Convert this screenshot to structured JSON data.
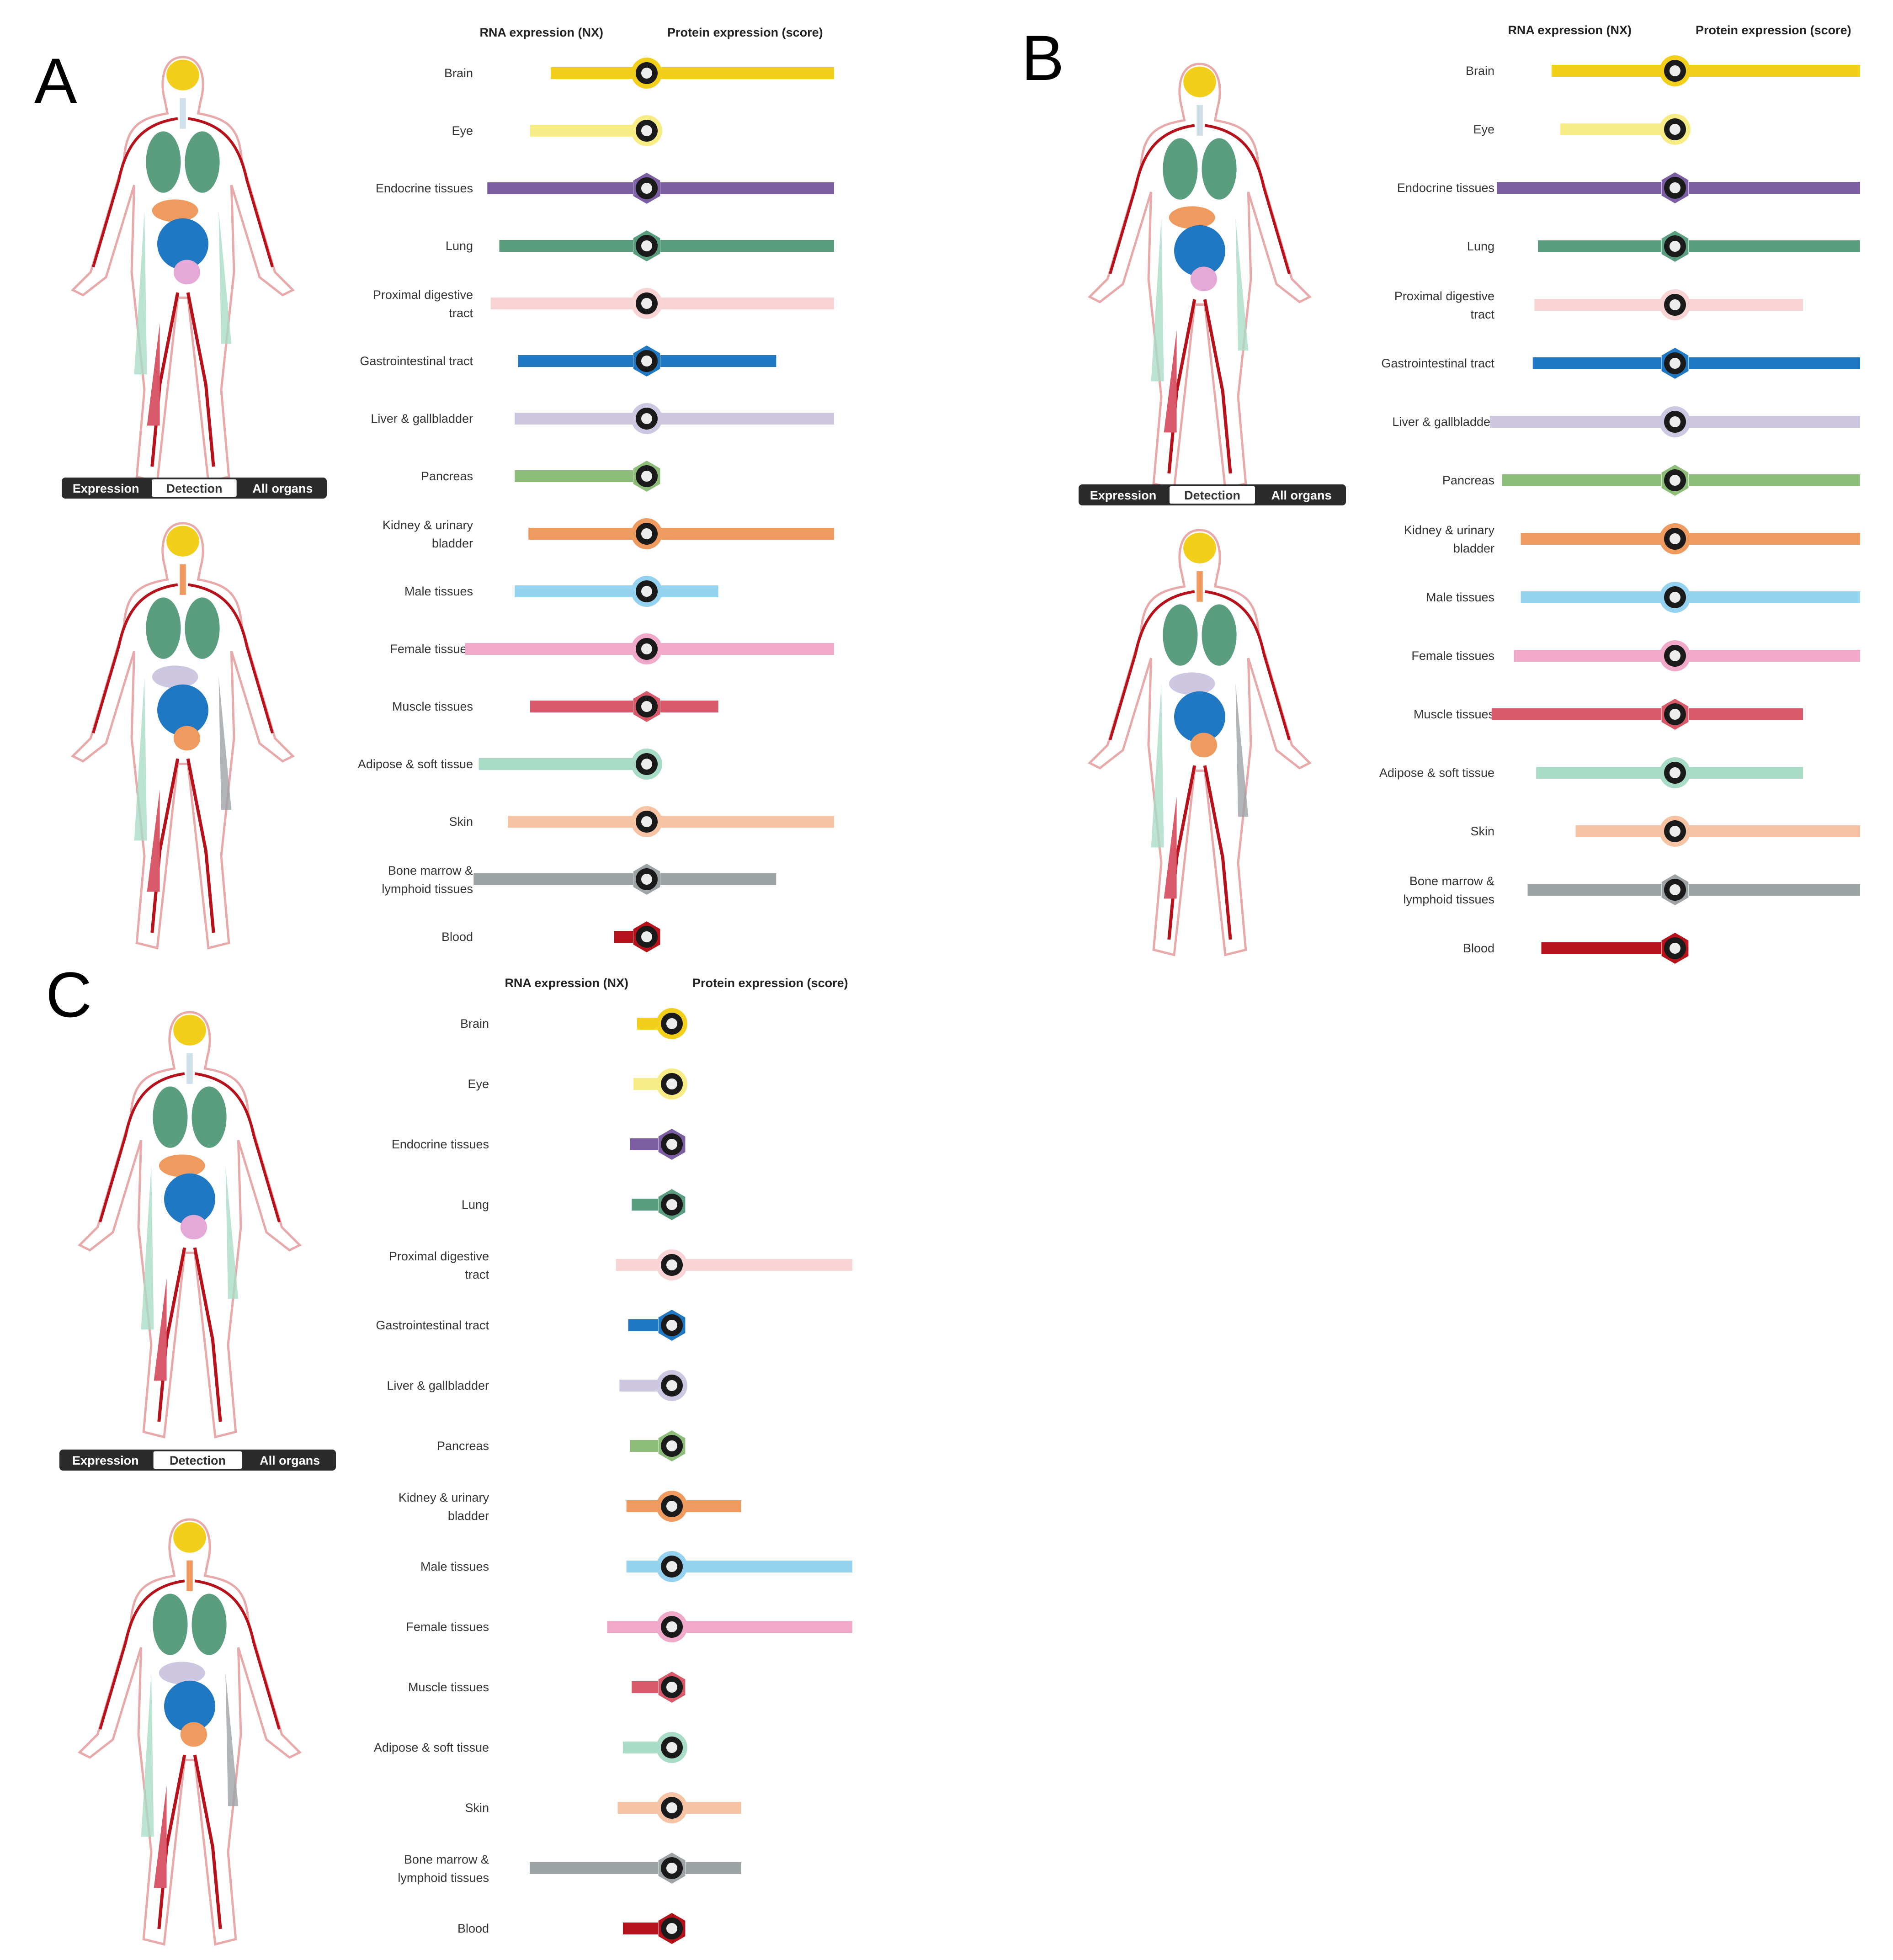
{
  "tissue_icons": [
    "brain-icon",
    "eye-icon",
    "thyroid-icon",
    "lung-icon",
    "tooth-icon",
    "stomach-icon",
    "liver-icon",
    "pancreas-icon",
    "kidney-icon",
    "male-icon",
    "uterus-icon",
    "muscle-icon",
    "fat-cells-icon",
    "skin-icon",
    "bone-marrow-icon",
    "blood-drop-icon"
  ],
  "tissue_colors": [
    "#f2cf1a",
    "#f7ec86",
    "#7b5fa2",
    "#5a9e7f",
    "#f8d4d4",
    "#1f78c1",
    "#cdc7e2",
    "#8dbd78",
    "#ef9a5e",
    "#94d2ef",
    "#f1a9ca",
    "#d85a6a",
    "#a9dcc7",
    "#f6c4a4",
    "#9ea3a6",
    "#b5121b"
  ],
  "toggle": {
    "labels": [
      "Expression",
      "Detection",
      "All organs"
    ],
    "active_index": 1
  },
  "chart_data": [
    {
      "panel": "A",
      "type": "bar",
      "xlabel_left": "RNA expression (NX)",
      "xlabel_right": "Protein expression (score)",
      "categories": [
        "Brain",
        "Eye",
        "Endocrine tissues",
        "Lung",
        "Proximal digestive\ntract",
        "Gastrointestinal tract",
        "Liver & gallbladder",
        "Pancreas",
        "Kidney & urinary\nbladder",
        "Male tissues",
        "Female tissues",
        "Muscle tissues",
        "Adipose & soft tissue",
        "Skin",
        "Bone marrow &\nlymphoid tissues",
        "Blood"
      ],
      "series": [
        {
          "values": [
            0.48,
            0.6,
            0.85,
            0.78,
            0.83,
            0.67,
            0.69,
            0.69,
            0.61,
            0.69,
            0.98,
            0.6,
            0.9,
            0.73,
            0.93,
            0.11
          ]
        },
        {
          "values": [
            3,
            0,
            3,
            3,
            3,
            2,
            3,
            0,
            3,
            1,
            3,
            1,
            0,
            3,
            2,
            0
          ]
        }
      ],
      "xlim_right": [
        0,
        3
      ]
    },
    {
      "panel": "B",
      "type": "bar",
      "xlabel_left": "RNA expression (NX)",
      "xlabel_right": "Protein expression (score)",
      "categories": [
        "Brain",
        "Eye",
        "Endocrine tissues",
        "Lung",
        "Proximal digestive\ntract",
        "Gastrointestinal tract",
        "Liver & gallbladder",
        "Pancreas",
        "Kidney & urinary\nbladder",
        "Male tissues",
        "Female tissues",
        "Muscle tissues",
        "Adipose & soft tissue",
        "Skin",
        "Bone marrow &\nlymphoid tissues",
        "Blood"
      ],
      "series": [
        {
          "values": [
            0.64,
            0.59,
            0.96,
            0.72,
            0.74,
            0.75,
            1.0,
            0.93,
            0.82,
            0.82,
            0.86,
            0.99,
            0.73,
            0.5,
            0.78,
            0.7
          ]
        },
        {
          "values": [
            3,
            0,
            3,
            3,
            2,
            3,
            3,
            3,
            3,
            3,
            3,
            2,
            2,
            3,
            3,
            0
          ]
        }
      ],
      "xlim_right": [
        0,
        3
      ]
    },
    {
      "panel": "C",
      "type": "bar",
      "xlabel_left": "RNA expression (NX)",
      "xlabel_right": "Protein expression (score)",
      "categories": [
        "Brain",
        "Eye",
        "Endocrine tissues",
        "Lung",
        "Proximal digestive\ntract",
        "Gastrointestinal tract",
        "Liver & gallbladder",
        "Pancreas",
        "Kidney & urinary\nbladder",
        "Male tissues",
        "Female tissues",
        "Muscle tissues",
        "Adipose & soft tissue",
        "Skin",
        "Bone marrow &\nlymphoid tissues",
        "Blood"
      ],
      "series": [
        {
          "values": [
            0.12,
            0.14,
            0.16,
            0.15,
            0.24,
            0.17,
            0.22,
            0.16,
            0.18,
            0.18,
            0.29,
            0.15,
            0.2,
            0.23,
            0.73,
            0.2
          ]
        },
        {
          "values": [
            0,
            0,
            0,
            0,
            3,
            0,
            0,
            0,
            1,
            3,
            3,
            0,
            0,
            1,
            1,
            0
          ]
        }
      ],
      "xlim_right": [
        0,
        3
      ]
    }
  ]
}
